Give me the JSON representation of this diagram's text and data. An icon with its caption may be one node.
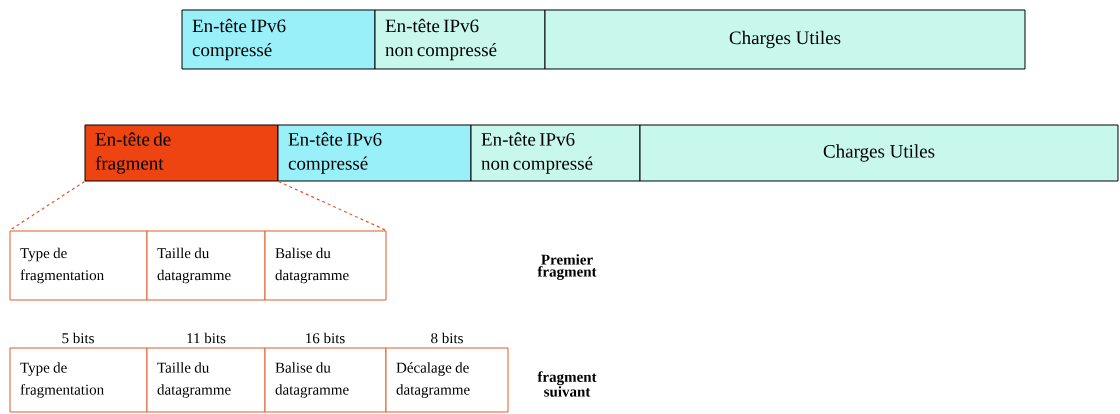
{
  "diagram": {
    "nodes": [
      {
        "text": [
          "En-tête IPv6 compressé"
        ]
      },
      {
        "text": [
          "En-tête IPv6 non compressé"
        ]
      },
      {
        "text": [
          "Charges Utiles"
        ]
      },
      {
        "text": [
          "En-tête de fragment"
        ]
      },
      {
        "text": [
          "En-tête IPv6 compressé"
        ]
      },
      {
        "text": [
          "En-tête IPv6 non compressé"
        ]
      },
      {
        "text": [
          "Charges Utiles"
        ]
      },
      {
        "text": [
          "Type de fragmentation"
        ]
      },
      {
        "text": [
          "Taille du datagramme"
        ]
      },
      {
        "text": [
          "Balise du datagramme"
        ]
      },
      {
        "text": [
          "Type de fragmentation"
        ]
      },
      {
        "text": [
          "Taille du datagramme"
        ]
      },
      {
        "text": [
          "Balise du datagramme"
        ]
      },
      {
        "text": [
          "Décalage de datagramme"
        ]
      }
    ],
    "edges": [
      {
        "from": 3,
        "to": 7,
        "arrow": "none",
        "style": "dashed",
        "color": "#e05a2b"
      },
      {
        "from": 3,
        "to": 9,
        "arrow": "none",
        "style": "dashed",
        "color": "#e05a2b"
      }
    ],
    "labels": [
      "Premier fragment",
      "5 bits",
      "11 bits",
      "16 bits",
      "8 bits",
      "fragment suivant"
    ]
  }
}
